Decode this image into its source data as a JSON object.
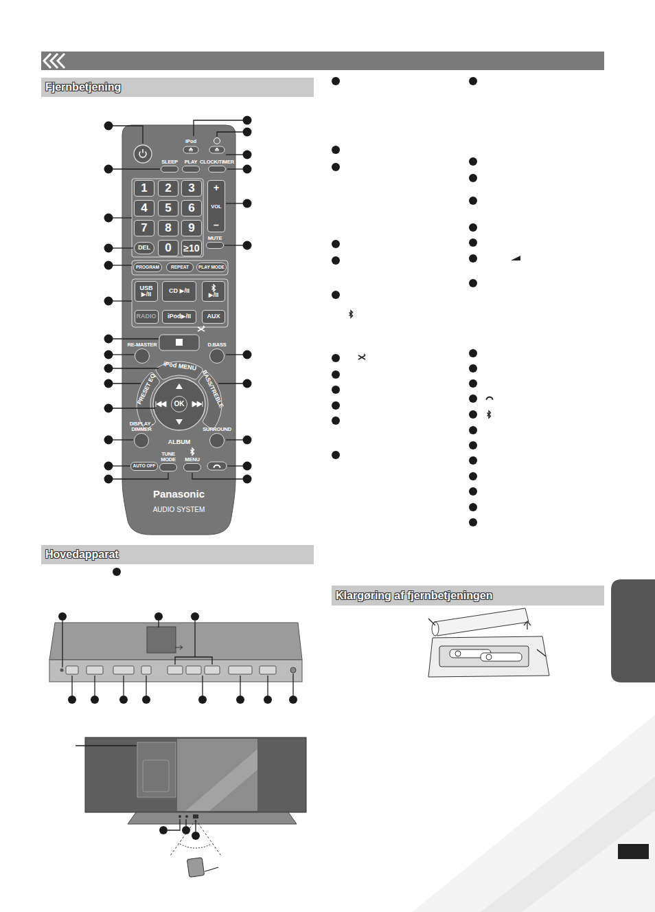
{
  "diagram": {
    "nodes": [
      {
        "text": [
          "Fjernbetjening"
        ]
      },
      {
        "text": [
          "Panasonic",
          "AUDIO SYSTEM"
        ]
      },
      {
        "text": [
          "SLEEP"
        ],
        "in": 1
      },
      {
        "text": [
          "PLAY"
        ],
        "in": 1
      },
      {
        "text": [
          "CLOCK/TIMER"
        ],
        "in": 1
      },
      {
        "text": [
          "1"
        ],
        "in": 1
      },
      {
        "text": [
          "2"
        ],
        "in": 1
      },
      {
        "text": [
          "3"
        ],
        "in": 1
      },
      {
        "text": [
          "4"
        ],
        "in": 1
      },
      {
        "text": [
          "5"
        ],
        "in": 1
      },
      {
        "text": [
          "6"
        ],
        "in": 1
      },
      {
        "text": [
          "7"
        ],
        "in": 1
      },
      {
        "text": [
          "8"
        ],
        "in": 1
      },
      {
        "text": [
          "9"
        ],
        "in": 1
      },
      {
        "text": [
          "DEL"
        ],
        "in": 1
      },
      {
        "text": [
          "0"
        ],
        "in": 1
      },
      {
        "text": [
          "≥10"
        ],
        "in": 1
      },
      {
        "text": [
          "+",
          "VOL",
          "–"
        ],
        "in": 1
      },
      {
        "text": [
          "MUTE"
        ],
        "in": 1
      },
      {
        "text": [
          "PROGRAM"
        ],
        "in": 1
      },
      {
        "text": [
          "REPEAT"
        ],
        "in": 1
      },
      {
        "text": [
          "PLAY MODE"
        ],
        "in": 1
      },
      {
        "text": [
          "USB ▶/II"
        ],
        "in": 1
      },
      {
        "text": [
          "CD ▶/II"
        ],
        "in": 1
      },
      {
        "text": [
          "▶/II"
        ],
        "in": 1
      },
      {
        "text": [
          "RADIO"
        ],
        "in": 1
      },
      {
        "text": [
          "iPod▶/II"
        ],
        "in": 1
      },
      {
        "text": [
          "AUX"
        ],
        "in": 1
      },
      {
        "text": [
          "RE-MASTER"
        ],
        "in": 1
      },
      {
        "text": [
          "D.BASS"
        ],
        "in": 1
      },
      {
        "text": [
          "DISPLAY -DIMMER"
        ],
        "in": 1
      },
      {
        "text": [
          "SURROUND"
        ],
        "in": 1
      },
      {
        "text": [
          "OK"
        ],
        "in": 1
      },
      {
        "text": [
          "AUTO OFF"
        ],
        "in": 1
      },
      {
        "text": [
          "TUNE MODE"
        ],
        "in": 1
      },
      {
        "text": [
          "MENU"
        ],
        "in": 1
      },
      {
        "text": [
          "Hovedapparat"
        ]
      },
      {
        "text": [
          "Klargøring af fjernbetjeningen"
        ]
      }
    ],
    "labels": [
      "iPod",
      "iPod MENU",
      "PRESET EQ",
      "BASS/TREBLE",
      "ALBUM"
    ]
  }
}
